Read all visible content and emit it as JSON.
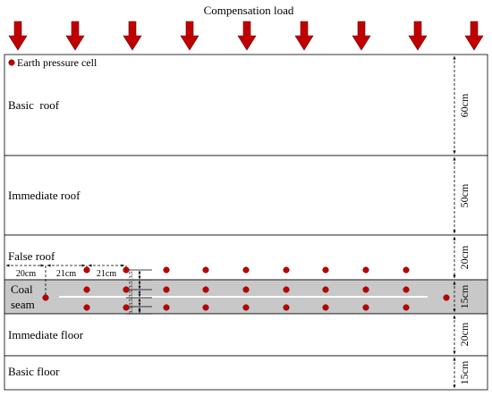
{
  "title": "Compensation load",
  "legend": {
    "label": "Earth pressure cell"
  },
  "layers": [
    {
      "id": "basic-roof",
      "label": "Basic  roof",
      "thickness": "60cm"
    },
    {
      "id": "immediate-roof",
      "label": "Immediate roof",
      "thickness": "50cm"
    },
    {
      "id": "false-roof",
      "label": "False roof",
      "thickness": "20cm"
    },
    {
      "id": "coal-seam",
      "label_line1": "Coal",
      "label_line2": "seam",
      "thickness": "15cm"
    },
    {
      "id": "immediate-floor",
      "label": "Immediate floor",
      "thickness": "20cm"
    },
    {
      "id": "basic-floor",
      "label": "Basic floor",
      "thickness": "15cm"
    }
  ],
  "spacing": {
    "first": "20cm",
    "second": "21cm",
    "third": "21cm",
    "vertical": [
      "3.5",
      "3.5",
      "3.5",
      "3.5",
      "3.5"
    ]
  },
  "colors": {
    "arrow": "#c00000",
    "cell": "#c00000",
    "seam_fill": "#c8c8c8",
    "border": "#000000"
  },
  "icons": {
    "load": "down-arrow-icon",
    "cell": "filled-circle-icon"
  }
}
